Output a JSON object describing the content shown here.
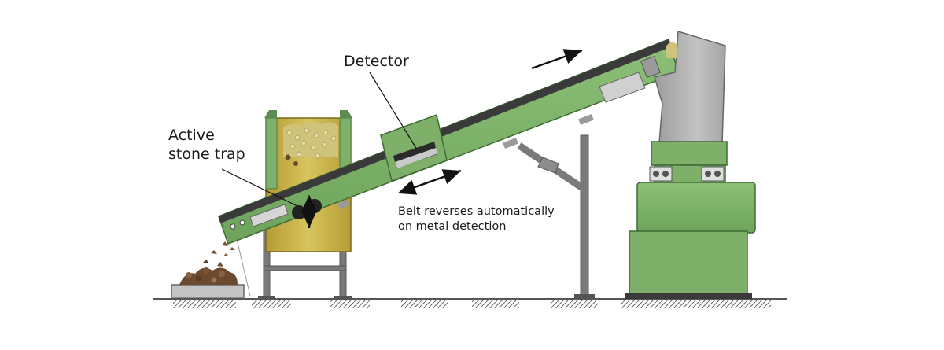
{
  "labels": {
    "detector": "Detector",
    "stone_trap_line1": "Active",
    "stone_trap_line2": "stone trap",
    "belt_line1": "Belt reverses automatically",
    "belt_line2": "on metal detection"
  },
  "colors": {
    "machine_green": "#7fb069",
    "machine_green_dark": "#5e8c4f",
    "hopper_yellow": "#c9b24a",
    "steel_grey": "#7a7a7a",
    "hopper_grey": "#b0b0b0",
    "belt_dark": "#3a3a3a"
  },
  "icons": [
    "direction-arrow-icon",
    "double-arrow-icon",
    "vertical-double-arrow-icon"
  ]
}
